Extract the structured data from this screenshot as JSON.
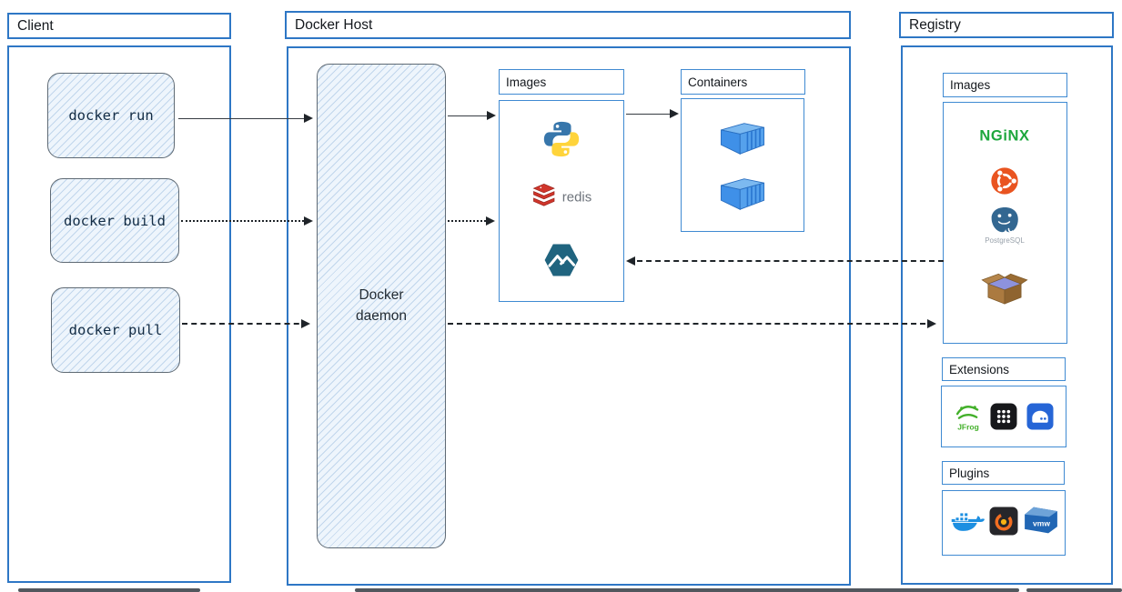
{
  "client": {
    "title": "Client",
    "commands": [
      "docker run",
      "docker build",
      "docker pull"
    ]
  },
  "host": {
    "title": "Docker Host",
    "daemon_label": "Docker daemon",
    "images_title": "Images",
    "containers_title": "Containers",
    "image_icons": [
      "python-icon",
      "redis-icon",
      "alpine-icon"
    ],
    "redis_label": "redis",
    "container_count": 2
  },
  "registry": {
    "title": "Registry",
    "images_title": "Images",
    "image_icons": [
      "nginx-icon",
      "ubuntu-icon",
      "postgresql-icon",
      "busybox-icon"
    ],
    "nginx_label": "NGiNX",
    "postgresql_label": "PostgreSQL",
    "extensions_title": "Extensions",
    "extension_icons": [
      "jfrog-icon",
      "dots-grid-icon",
      "server-icon"
    ],
    "jfrog_label": "JFrog",
    "plugins_title": "Plugins",
    "plugin_icons": [
      "docker-whale-icon",
      "grafana-icon",
      "vmware-icon"
    ],
    "vmware_label": "vmw"
  },
  "connections": [
    {
      "from": "docker-run",
      "to": "docker-daemon",
      "style": "solid"
    },
    {
      "from": "docker-build",
      "to": "docker-daemon",
      "style": "dotted"
    },
    {
      "from": "docker-pull",
      "to": "registry-images",
      "style": "dashed"
    },
    {
      "from": "docker-daemon",
      "to": "host-images",
      "style": "solid"
    },
    {
      "from": "docker-daemon",
      "to": "host-images",
      "style": "dotted"
    },
    {
      "from": "host-images",
      "to": "containers",
      "style": "solid"
    },
    {
      "from": "registry-images",
      "to": "host-images",
      "style": "dashed"
    }
  ],
  "colors": {
    "outer_border": "#2e77c5",
    "inner_border": "#3f8ad2",
    "sketch_fill": "#eef5fc",
    "sketch_border": "#5f6a74",
    "arrow": "#1f2429",
    "command_text": "#132c44",
    "nginx_green": "#1ea73d",
    "redis_red": "#d0352b",
    "alpine_teal": "#20647f",
    "container_blue": "#4a97e4",
    "ubuntu_orange": "#e95420"
  }
}
